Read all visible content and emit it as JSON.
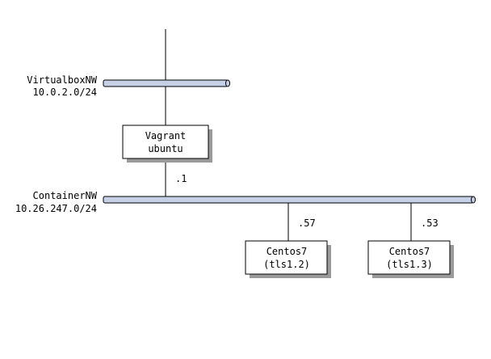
{
  "colors": {
    "network_bar_fill": "#c5cfe6",
    "network_bar_stroke": "#000000",
    "node_fill": "#ffffff",
    "node_stroke": "#000000",
    "shadow": "#9a9a9a",
    "line": "#000000"
  },
  "networks": {
    "virtualbox": {
      "name": "VirtualboxNW",
      "cidr": "10.0.2.0/24"
    },
    "container": {
      "name": "ContainerNW",
      "cidr": "10.26.247.0/24"
    }
  },
  "nodes": {
    "vagrant": {
      "line1": "Vagrant",
      "line2": "ubuntu",
      "address": ".1"
    },
    "centos_tls12": {
      "line1": "Centos7",
      "line2": "(tls1.2)",
      "address": ".57"
    },
    "centos_tls13": {
      "line1": "Centos7",
      "line2": "(tls1.3)",
      "address": ".53"
    }
  }
}
